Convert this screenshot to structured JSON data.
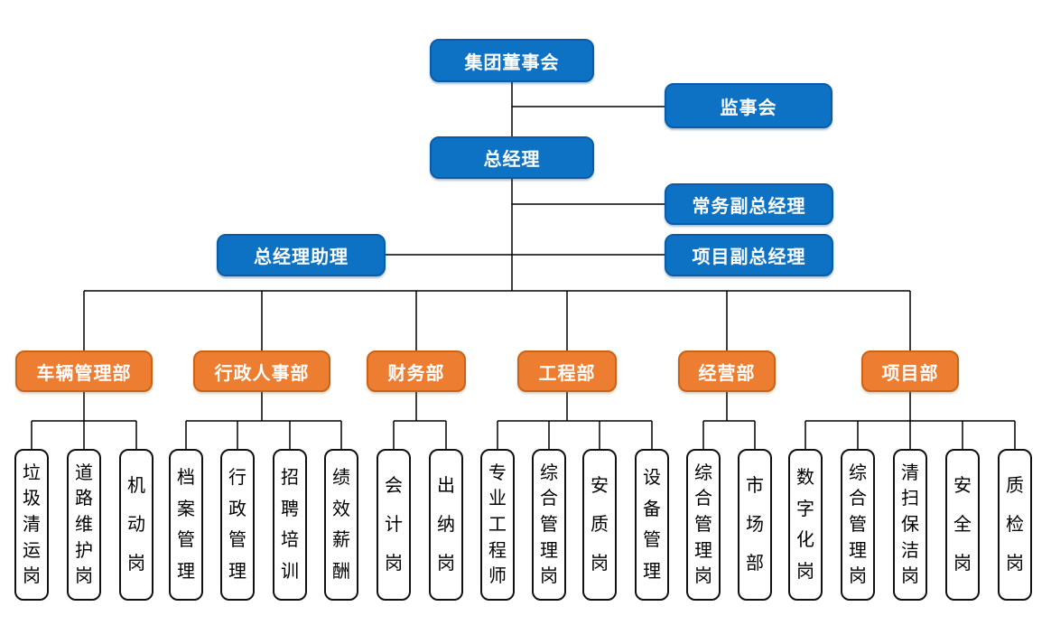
{
  "colors": {
    "executive_fill": "#0d72c4",
    "executive_border": "#0b5ca8",
    "department_fill": "#ed7d31",
    "department_border": "#c96316",
    "position_border": "#111111",
    "connector_line": "#000000"
  },
  "executives": {
    "board": "集团董事会",
    "supervisory": "监事会",
    "general_manager": "总经理",
    "executive_deputy_gm": "常务副总经理",
    "gm_assistant": "总经理助理",
    "project_deputy_gm": "项目副总经理"
  },
  "departments": [
    {
      "label": "车辆管理部",
      "positions": [
        "垃圾清运岗",
        "道路维护岗",
        "机动岗"
      ]
    },
    {
      "label": "行政人事部",
      "positions": [
        "档案管理",
        "行政管理",
        "招聘培训",
        "绩效薪酬"
      ]
    },
    {
      "label": "财务部",
      "positions": [
        "会计岗",
        "出纳岗"
      ]
    },
    {
      "label": "工程部",
      "positions": [
        "专业工程师",
        "综合管理岗",
        "安质岗",
        "设备管理"
      ]
    },
    {
      "label": "经营部",
      "positions": [
        "综合管理岗",
        "市场部"
      ]
    },
    {
      "label": "项目部",
      "positions": [
        "数字化岗",
        "综合管理岗",
        "清扫保洁岗",
        "安全岗",
        "质检岗"
      ]
    }
  ]
}
